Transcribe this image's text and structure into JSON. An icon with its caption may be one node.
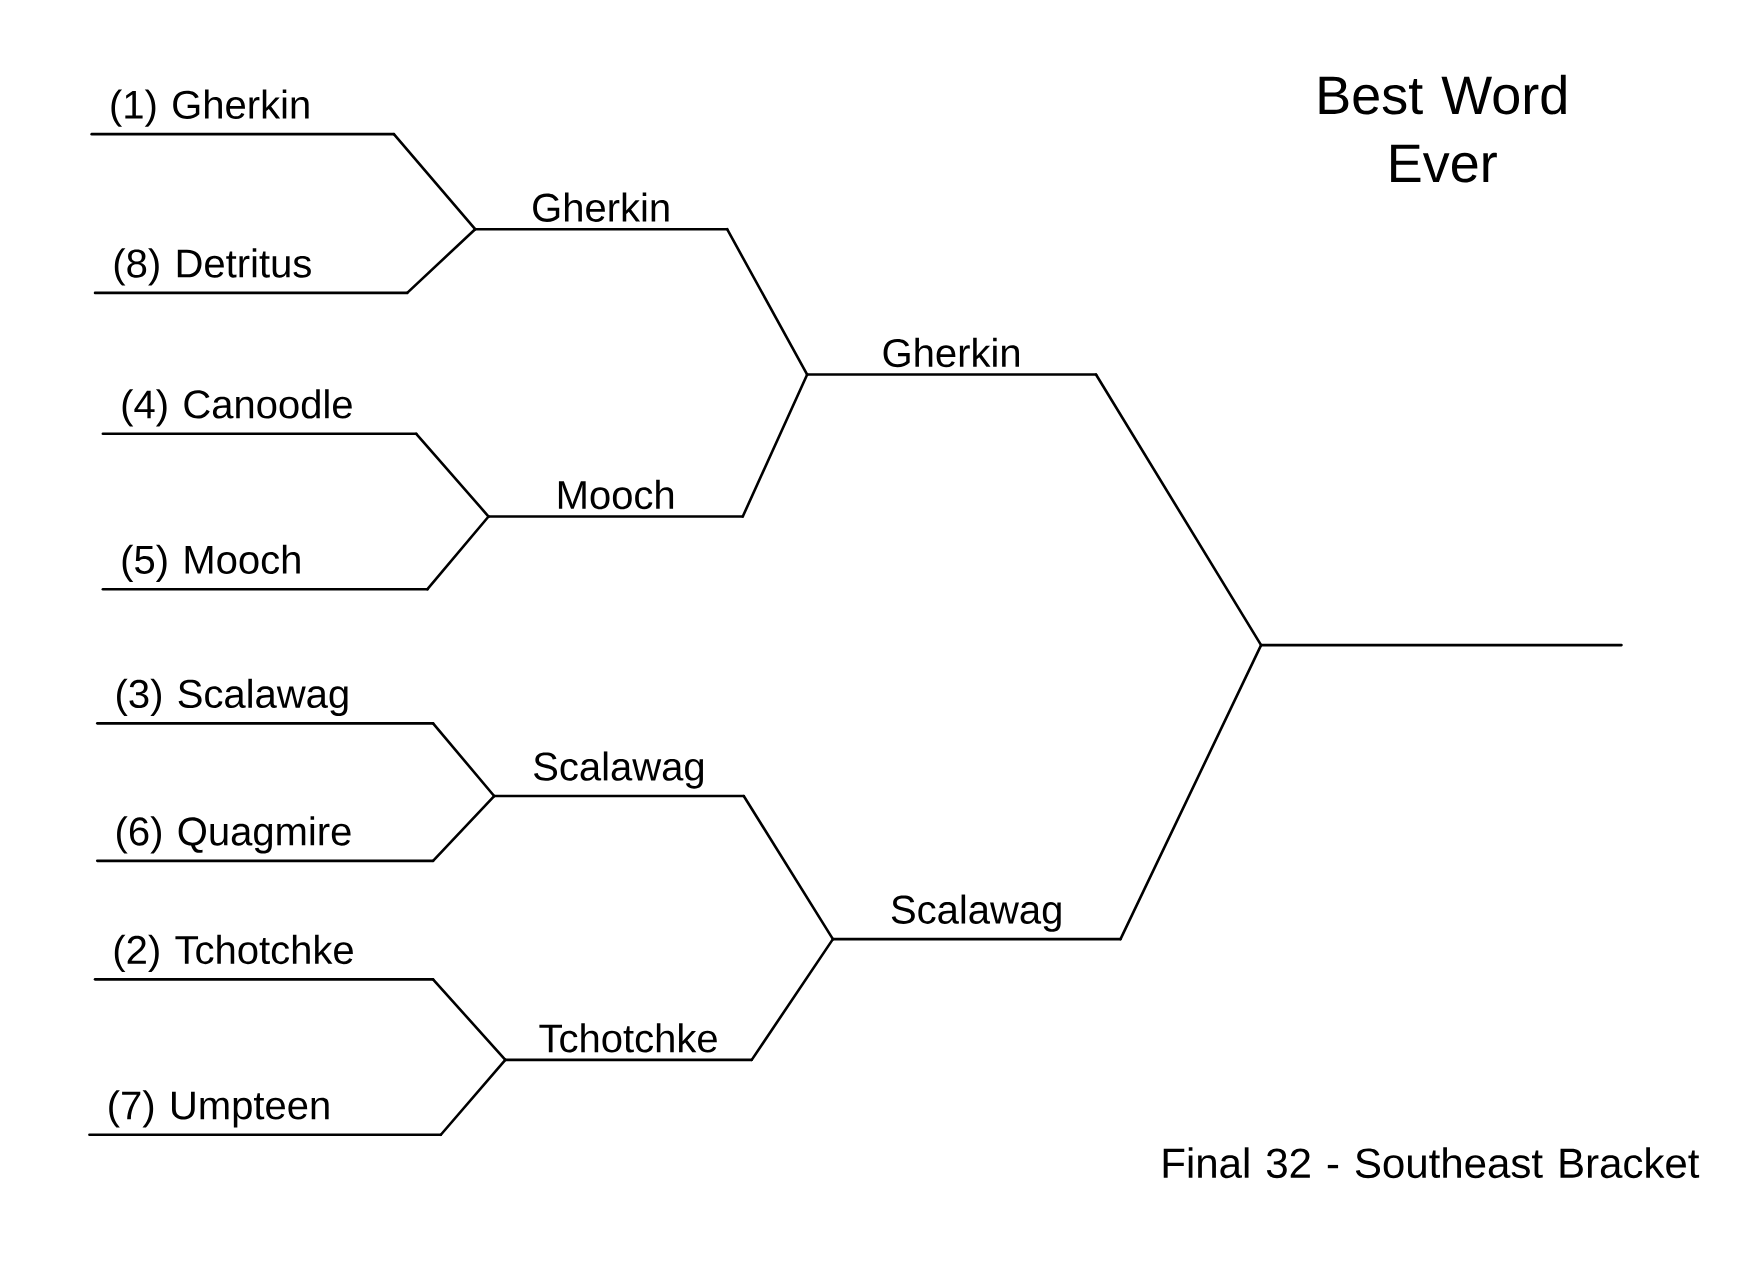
{
  "diagram": {
    "title": "Best Word Ever",
    "caption": "Final 32 - Southeast Bracket",
    "nodes": [
      {
        "text": [
          "(1) Gherkin"
        ]
      },
      {
        "text": [
          "(8) Detritus"
        ]
      },
      {
        "text": [
          "(4) Canoodle"
        ]
      },
      {
        "text": [
          "(5) Mooch"
        ]
      },
      {
        "text": [
          "(3) Scalawag"
        ]
      },
      {
        "text": [
          "(6) Quagmire"
        ]
      },
      {
        "text": [
          "(2) Tchotchke"
        ]
      },
      {
        "text": [
          "(7) Umpteen"
        ]
      },
      {
        "text": [
          "Gherkin"
        ]
      },
      {
        "text": [
          "Mooch"
        ]
      },
      {
        "text": [
          "Scalawag"
        ]
      },
      {
        "text": [
          "Tchotchke"
        ]
      },
      {
        "text": [
          "Gherkin"
        ]
      },
      {
        "text": [
          "Scalawag"
        ]
      },
      {
        "text": [],
        "shape": "bar"
      }
    ],
    "edges": [
      {
        "from": 0,
        "to": 8,
        "arrow": "none"
      },
      {
        "from": 1,
        "to": 8,
        "arrow": "none"
      },
      {
        "from": 2,
        "to": 9,
        "arrow": "none"
      },
      {
        "from": 3,
        "to": 9,
        "arrow": "none"
      },
      {
        "from": 4,
        "to": 10,
        "arrow": "none"
      },
      {
        "from": 5,
        "to": 10,
        "arrow": "none"
      },
      {
        "from": 6,
        "to": 11,
        "arrow": "none"
      },
      {
        "from": 7,
        "to": 11,
        "arrow": "none"
      },
      {
        "from": 8,
        "to": 12,
        "arrow": "none"
      },
      {
        "from": 9,
        "to": 12,
        "arrow": "none"
      },
      {
        "from": 10,
        "to": 13,
        "arrow": "none"
      },
      {
        "from": 11,
        "to": 13,
        "arrow": "none"
      },
      {
        "from": 12,
        "to": 14,
        "arrow": "none"
      },
      {
        "from": 13,
        "to": 14,
        "arrow": "none"
      }
    ]
  }
}
